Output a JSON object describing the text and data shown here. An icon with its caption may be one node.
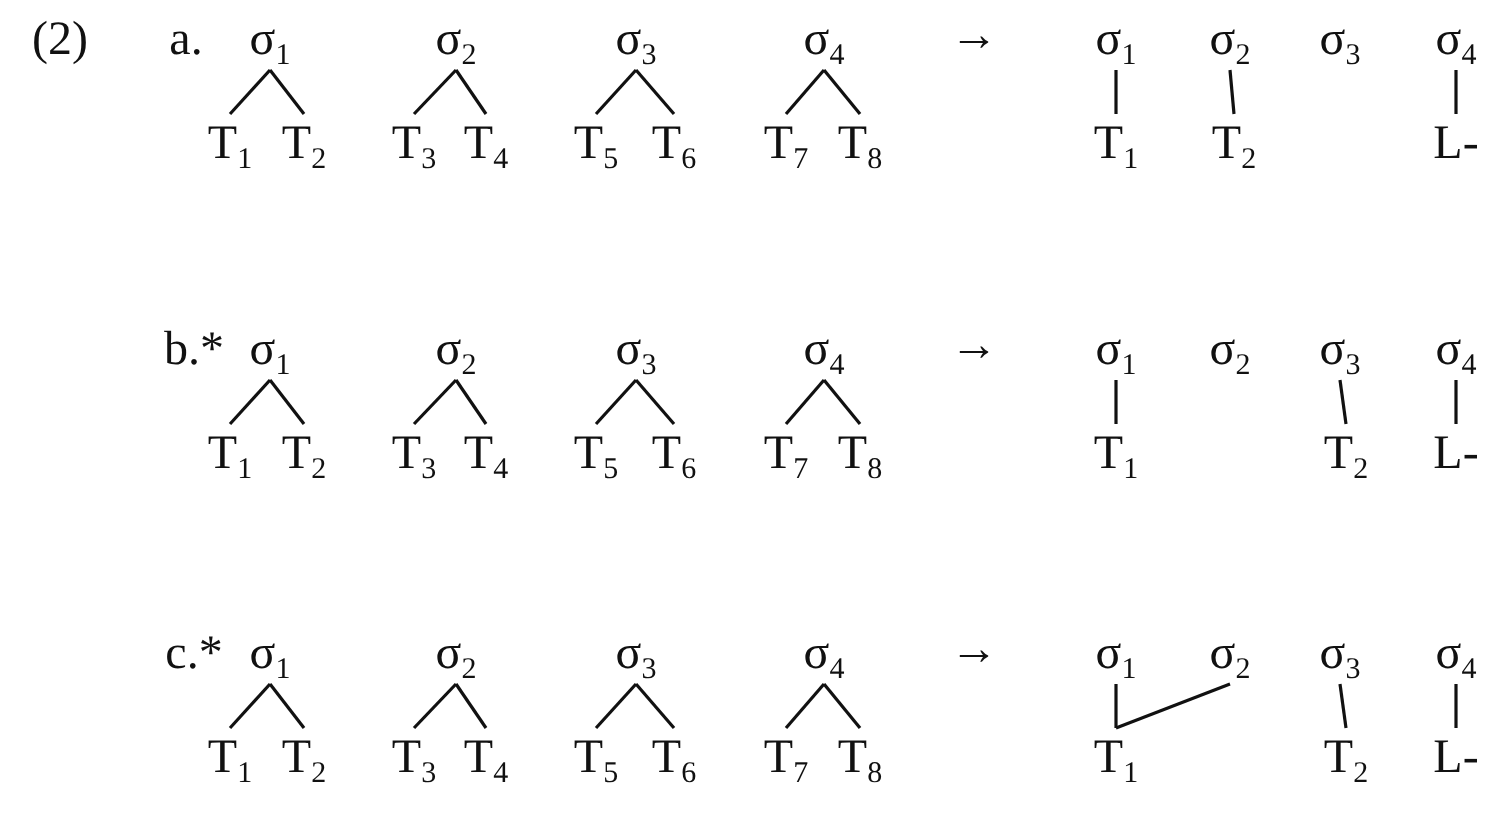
{
  "diagram": {
    "nodes": [
      {
        "text": [
          "σ$_{1}$"
        ]
      },
      {
        "text": [
          "σ$_{2}$"
        ]
      },
      {
        "text": [
          "σ$_{3}$"
        ]
      },
      {
        "text": [
          "σ$_{4}$"
        ]
      },
      {
        "text": [
          "T$_{1}$"
        ]
      },
      {
        "text": [
          "T$_{2}$"
        ]
      },
      {
        "text": [
          "T$_{3}$"
        ]
      },
      {
        "text": [
          "T$_{4}$"
        ]
      },
      {
        "text": [
          "T$_{5}$"
        ]
      },
      {
        "text": [
          "T$_{6}$"
        ]
      },
      {
        "text": [
          "T$_{7}$"
        ]
      },
      {
        "text": [
          "T$_{8}$"
        ]
      },
      {
        "text": [
          "σ$_{1}$"
        ]
      },
      {
        "text": [
          "σ$_{2}$"
        ]
      },
      {
        "text": [
          "σ$_{3}$"
        ]
      },
      {
        "text": [
          "σ$_{4}$"
        ]
      },
      {
        "text": [
          "T$_{1}$"
        ]
      },
      {
        "text": [
          "T$_{2}$"
        ]
      },
      {
        "text": [
          "L-"
        ]
      },
      {
        "text": [
          "σ$_{1}$"
        ]
      },
      {
        "text": [
          "σ$_{2}$"
        ]
      },
      {
        "text": [
          "σ$_{3}$"
        ]
      },
      {
        "text": [
          "σ$_{4}$"
        ]
      },
      {
        "text": [
          "T$_{1}$"
        ]
      },
      {
        "text": [
          "T$_{2}$"
        ]
      },
      {
        "text": [
          "T$_{3}$"
        ]
      },
      {
        "text": [
          "T$_{4}$"
        ]
      },
      {
        "text": [
          "T$_{5}$"
        ]
      },
      {
        "text": [
          "T$_{6}$"
        ]
      },
      {
        "text": [
          "T$_{7}$"
        ]
      },
      {
        "text": [
          "T$_{8}$"
        ]
      },
      {
        "text": [
          "σ$_{1}$"
        ]
      },
      {
        "text": [
          "σ$_{2}$"
        ]
      },
      {
        "text": [
          "σ$_{3}$"
        ]
      },
      {
        "text": [
          "σ$_{4}$"
        ]
      },
      {
        "text": [
          "T$_{1}$"
        ]
      },
      {
        "text": [
          "T$_{2}$"
        ]
      },
      {
        "text": [
          "L-"
        ]
      },
      {
        "text": [
          "σ$_{1}$"
        ]
      },
      {
        "text": [
          "σ$_{2}$"
        ]
      },
      {
        "text": [
          "σ$_{3}$"
        ]
      },
      {
        "text": [
          "σ$_{4}$"
        ]
      },
      {
        "text": [
          "T$_{1}$"
        ]
      },
      {
        "text": [
          "T$_{2}$"
        ]
      },
      {
        "text": [
          "T$_{3}$"
        ]
      },
      {
        "text": [
          "T$_{4}$"
        ]
      },
      {
        "text": [
          "T$_{5}$"
        ]
      },
      {
        "text": [
          "T$_{6}$"
        ]
      },
      {
        "text": [
          "T$_{7}$"
        ]
      },
      {
        "text": [
          "T$_{8}$"
        ]
      },
      {
        "text": [
          "σ$_{1}$"
        ]
      },
      {
        "text": [
          "σ$_{2}$"
        ]
      },
      {
        "text": [
          "σ$_{3}$"
        ]
      },
      {
        "text": [
          "σ$_{4}$"
        ]
      },
      {
        "text": [
          "T$_{1}$"
        ]
      },
      {
        "text": [
          "T$_{2}$"
        ]
      },
      {
        "text": [
          "L-"
        ]
      }
    ],
    "edges": [
      {
        "from": 0,
        "to": 4,
        "arrow": "none"
      },
      {
        "from": 0,
        "to": 5,
        "arrow": "none"
      },
      {
        "from": 1,
        "to": 6,
        "arrow": "none"
      },
      {
        "from": 1,
        "to": 7,
        "arrow": "none"
      },
      {
        "from": 2,
        "to": 8,
        "arrow": "none"
      },
      {
        "from": 2,
        "to": 9,
        "arrow": "none"
      },
      {
        "from": 3,
        "to": 10,
        "arrow": "none"
      },
      {
        "from": 3,
        "to": 11,
        "arrow": "none"
      },
      {
        "from": 12,
        "to": 16,
        "arrow": "none"
      },
      {
        "from": 13,
        "to": 17,
        "arrow": "none"
      },
      {
        "from": 15,
        "to": 18,
        "arrow": "none"
      },
      {
        "from": 19,
        "to": 23,
        "arrow": "none"
      },
      {
        "from": 19,
        "to": 24,
        "arrow": "none"
      },
      {
        "from": 20,
        "to": 25,
        "arrow": "none"
      },
      {
        "from": 20,
        "to": 26,
        "arrow": "none"
      },
      {
        "from": 21,
        "to": 27,
        "arrow": "none"
      },
      {
        "from": 21,
        "to": 28,
        "arrow": "none"
      },
      {
        "from": 22,
        "to": 29,
        "arrow": "none"
      },
      {
        "from": 22,
        "to": 30,
        "arrow": "none"
      },
      {
        "from": 31,
        "to": 35,
        "arrow": "none"
      },
      {
        "from": 33,
        "to": 36,
        "arrow": "none"
      },
      {
        "from": 34,
        "to": 37,
        "arrow": "none"
      },
      {
        "from": 38,
        "to": 42,
        "arrow": "none"
      },
      {
        "from": 38,
        "to": 43,
        "arrow": "none"
      },
      {
        "from": 39,
        "to": 44,
        "arrow": "none"
      },
      {
        "from": 39,
        "to": 45,
        "arrow": "none"
      },
      {
        "from": 40,
        "to": 46,
        "arrow": "none"
      },
      {
        "from": 40,
        "to": 47,
        "arrow": "none"
      },
      {
        "from": 41,
        "to": 48,
        "arrow": "none"
      },
      {
        "from": 41,
        "to": 49,
        "arrow": "none"
      },
      {
        "from": 50,
        "to": 54,
        "arrow": "none"
      },
      {
        "from": 51,
        "to": 54,
        "arrow": "none"
      },
      {
        "from": 52,
        "to": 55,
        "arrow": "none"
      },
      {
        "from": 53,
        "to": 56,
        "arrow": "none"
      }
    ],
    "labels": [
      "(2)",
      "a.",
      "→",
      "b.*",
      "→",
      "c.*",
      "→"
    ]
  }
}
